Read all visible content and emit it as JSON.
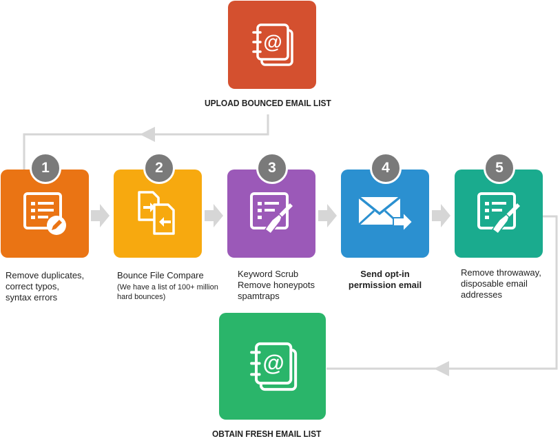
{
  "top": {
    "title": "UPLOAD BOUNCED EMAIL LIST",
    "icon": "address-book-icon",
    "color": "#d4502f"
  },
  "bottom": {
    "title": "OBTAIN FRESH EMAIL LIST",
    "icon": "address-book-icon",
    "color": "#2ab56a"
  },
  "steps": [
    {
      "number": "1",
      "color": "#ea7414",
      "icon": "list-edit-icon",
      "lines": [
        "Remove duplicates,",
        "correct typos,",
        "syntax errors"
      ]
    },
    {
      "number": "2",
      "color": "#f7a90f",
      "icon": "file-compare-icon",
      "lines": [
        "Bounce File Compare"
      ],
      "small_lines": [
        "(We have a list of 100+ million",
        "hard bounces)"
      ]
    },
    {
      "number": "3",
      "color": "#9b59b8",
      "icon": "list-scrub-icon",
      "lines": [
        "Keyword Scrub",
        "Remove honeypots",
        "spamtraps"
      ]
    },
    {
      "number": "4",
      "color": "#2b90d0",
      "icon": "send-email-icon",
      "bold_lines": [
        "Send opt-in",
        "permission email"
      ]
    },
    {
      "number": "5",
      "color": "#1aab8e",
      "icon": "list-scrub-icon",
      "lines": [
        "Remove throwaway,",
        "disposable email",
        "addresses"
      ]
    }
  ],
  "connector_color": "#d6d6d6"
}
